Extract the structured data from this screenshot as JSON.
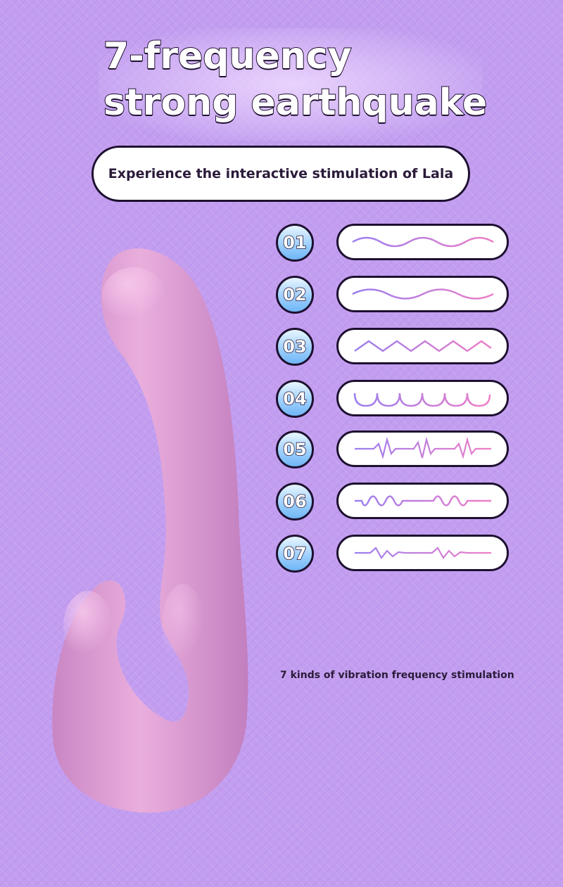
{
  "title": {
    "line1": "7-frequency",
    "line2": "strong earthquake"
  },
  "subtitle": "Experience the interactive stimulation of Lala",
  "modes": [
    {
      "number": "01",
      "wave": "smooth-sine-wave"
    },
    {
      "number": "02",
      "wave": "wide-sine-wave"
    },
    {
      "number": "03",
      "wave": "zigzag-wave"
    },
    {
      "number": "04",
      "wave": "deep-scallop-wave"
    },
    {
      "number": "05",
      "wave": "spike-burst-wave"
    },
    {
      "number": "06",
      "wave": "pulse-block-wave"
    },
    {
      "number": "07",
      "wave": "mixed-zigzag-wave"
    }
  ],
  "caption": "7 kinds of vibration frequency stimulation",
  "colors": {
    "background": "#c39ef0",
    "product": "#e6a3d8",
    "outline": "#1e1030",
    "wave_start": "#9b7ff0",
    "wave_end": "#ee7fc7",
    "badge": "#9fd0ff"
  }
}
